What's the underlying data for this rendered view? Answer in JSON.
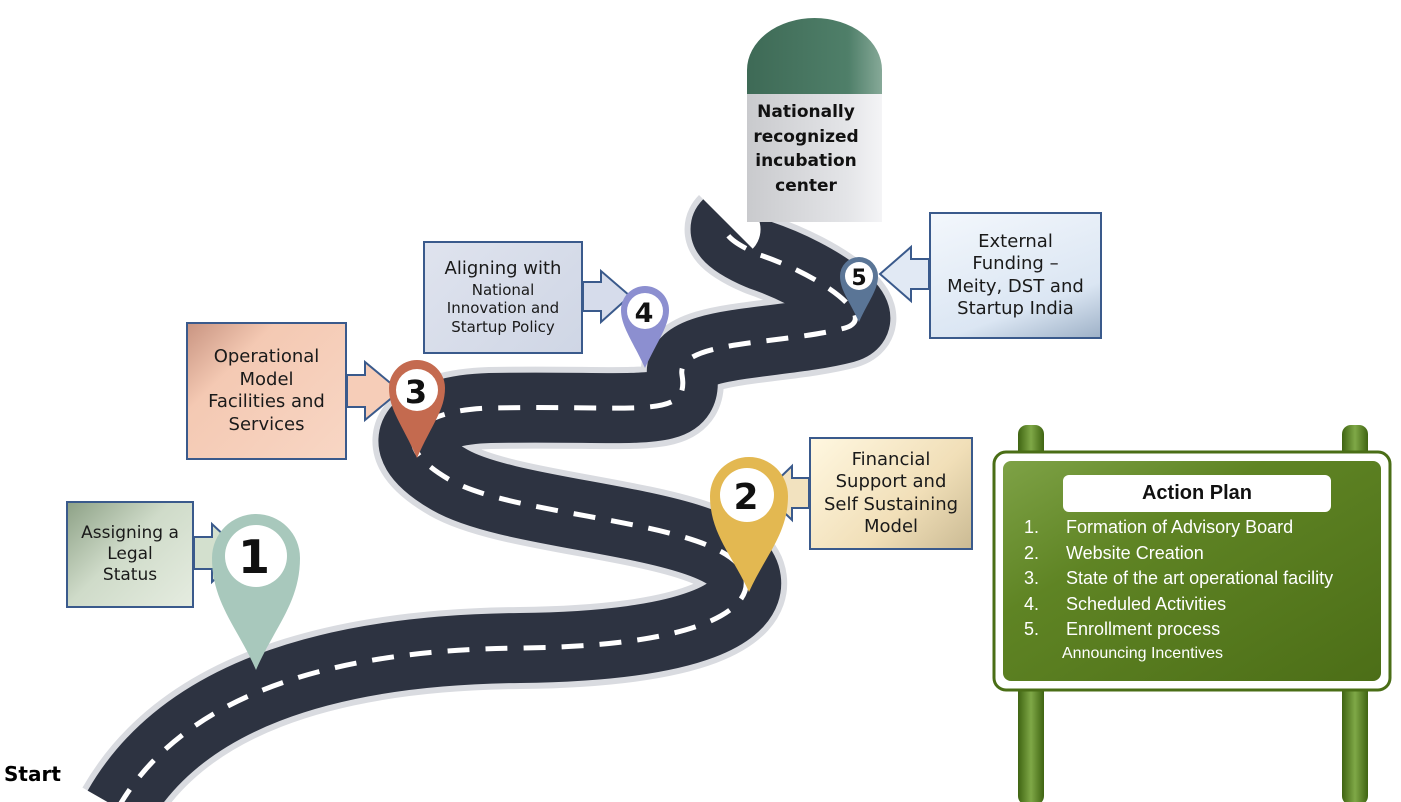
{
  "start_label": "Start",
  "milestone": {
    "lines": [
      "Nationally",
      "recognized",
      "incubation",
      "center"
    ]
  },
  "steps": [
    {
      "number": "1",
      "lines": [
        "Assigning a",
        "Legal",
        "Status"
      ],
      "color": "#a8c8bc"
    },
    {
      "number": "2",
      "lines": [
        "Financial",
        "Support and",
        "Self Sustaining",
        "Model"
      ],
      "color": "#e3b851"
    },
    {
      "number": "3",
      "lines": [
        "Operational",
        "Model",
        "Facilities and",
        "Services"
      ],
      "color": "#c46a4f"
    },
    {
      "number": "4",
      "lines": [
        "Aligning with",
        "National",
        "Innovation and",
        "Startup Policy"
      ],
      "color": "#8c8fd0"
    },
    {
      "number": "5",
      "lines": [
        "External",
        "Funding –",
        "Meity, DST and",
        "Startup India"
      ],
      "color": "#5a7596"
    }
  ],
  "action_plan": {
    "title": "Action Plan",
    "items": [
      {
        "num": "1.",
        "text": "Formation of Advisory Board"
      },
      {
        "num": "2.",
        "text": "Website Creation"
      },
      {
        "num": "3.",
        "text": "State of the art operational facility"
      },
      {
        "num": "4.",
        "text": "Scheduled Activities"
      },
      {
        "num": "5.",
        "text": "Enrollment process"
      }
    ],
    "extra": "Announcing Incentives",
    "board_color": "#5a7f1f",
    "frame_color": "#4a6e16"
  },
  "colors": {
    "road": "#2d3341",
    "road_edge": "#d9dbe0",
    "dash": "#ffffff",
    "milestone_top": "#4d7c66",
    "milestone_body": "#dcdde0"
  }
}
